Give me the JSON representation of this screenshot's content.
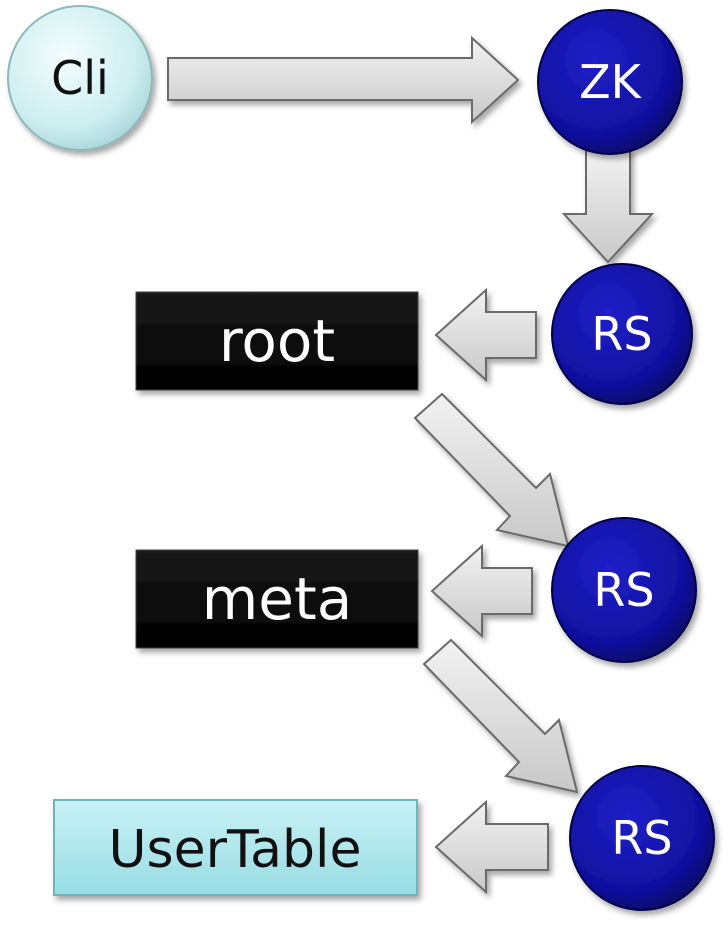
{
  "nodes": {
    "cli": "Cli",
    "zk": "ZK",
    "rs1": "RS",
    "rs2": "RS",
    "rs3": "RS",
    "root": "root",
    "meta": "meta",
    "usertable": "UserTable"
  },
  "colors": {
    "cli_fill": "#cdeef0",
    "server_fill": "#0f0f9e",
    "black_box": "#000000",
    "usertable_fill": "#a9e6ec",
    "arrow_fill": "#dcdcdc",
    "arrow_stroke": "#6b6b6b"
  }
}
